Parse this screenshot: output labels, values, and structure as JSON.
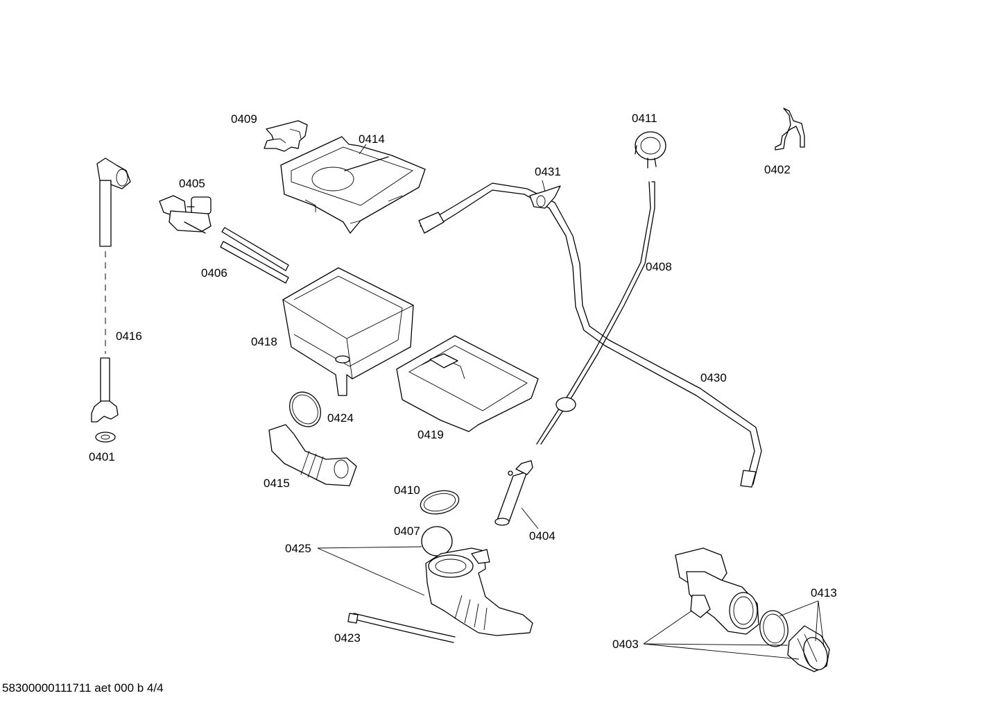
{
  "labels": {
    "p0401": "0401",
    "p0402": "0402",
    "p0403": "0403",
    "p0404": "0404",
    "p0405": "0405",
    "p0406": "0406",
    "p0407": "0407",
    "p0408": "0408",
    "p0409": "0409",
    "p0410": "0410",
    "p0411": "0411",
    "p0413": "0413",
    "p0414": "0414",
    "p0415": "0415",
    "p0416": "0416",
    "p0418": "0418",
    "p0419": "0419",
    "p0423": "0423",
    "p0424": "0424",
    "p0425": "0425",
    "p0430": "0430",
    "p0431": "0431"
  },
  "footer": "58300000111711 aet 000 b 4/4"
}
